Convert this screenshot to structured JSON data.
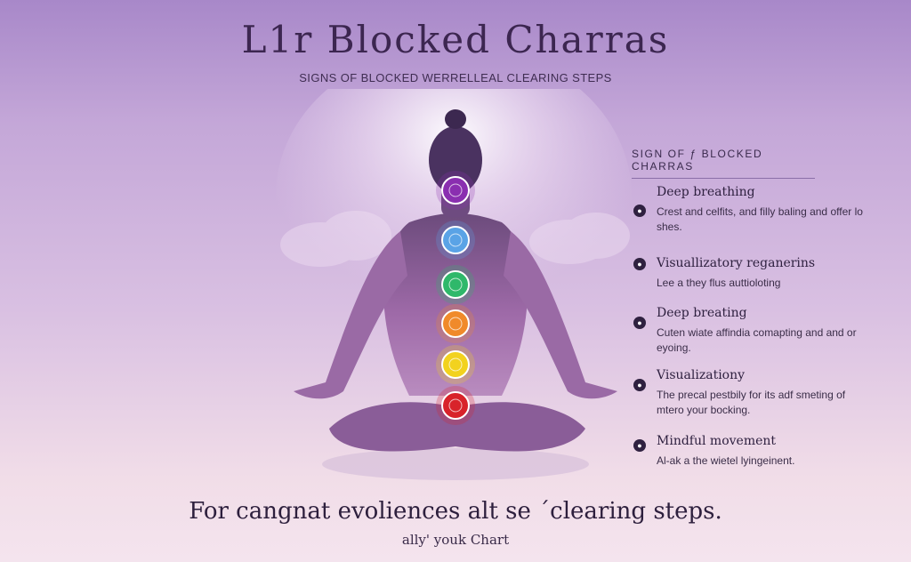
{
  "title": "L1r Blocked Charras",
  "subtitle": "SIGNS OF BLOCKED WERRELLEAL CLEARING STEPS",
  "panel": {
    "heading": "SIGN OF ƒ BLOCKED CHARRAS",
    "steps": [
      {
        "title": "Deep breathing",
        "desc": "Crest and celfits, and filly baling and offer lo shes."
      },
      {
        "title": "Visuallizatory reganerins",
        "desc": "Lee a they flus auttioloting"
      },
      {
        "title": "Deep breating",
        "desc": "Cuten wiate affindia comapting and and or eyoing."
      },
      {
        "title": "Visualizationy",
        "desc": "The precal pestbily for its adf smeting of mtero your bocking."
      },
      {
        "title": "Mindful movement",
        "desc": "Al-ak a the wietel lyingeinent."
      }
    ]
  },
  "chakras": [
    {
      "name": "crown",
      "color": "#8a2fb0"
    },
    {
      "name": "third-eye",
      "color": "#5aa3e6"
    },
    {
      "name": "heart",
      "color": "#2fb86a"
    },
    {
      "name": "sacral-orange",
      "color": "#f08a2a"
    },
    {
      "name": "solar-plexus",
      "color": "#f2d21e"
    },
    {
      "name": "root",
      "color": "#d8232a"
    }
  ],
  "footer": {
    "main": "For cangnat evoliences alt se ´clearing steps.",
    "sub": "ally' youk Chart"
  }
}
